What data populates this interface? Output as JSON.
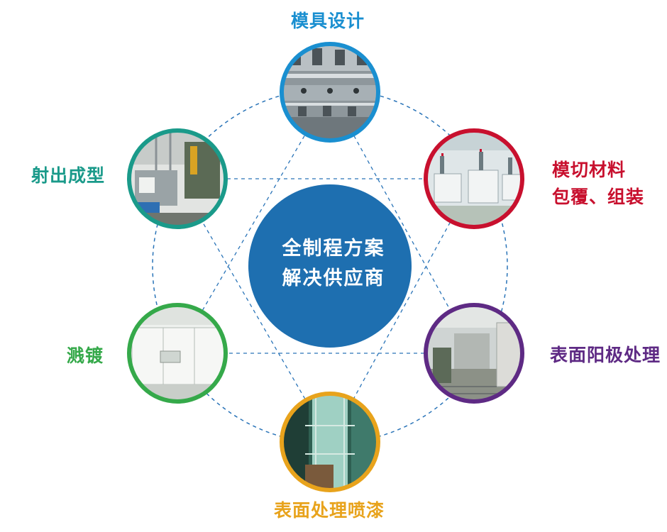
{
  "center": {
    "line1": "全制程方案",
    "line2": "解决供应商",
    "color": "#1e6fb0"
  },
  "ring_color": "#2a74b8",
  "nodes": [
    {
      "id": "mold-design",
      "label": "模具设计",
      "color": "#1a8fd0",
      "photo": "mold-parts-photo"
    },
    {
      "id": "die-cut",
      "label_line1": "模切材料",
      "label_line2": "包覆、组装",
      "color": "#c8102e",
      "photo": "die-cut-workshop-photo"
    },
    {
      "id": "anodizing",
      "label": "表面阳极处理",
      "color": "#5e2a84",
      "photo": "anodizing-line-photo"
    },
    {
      "id": "spray-painting",
      "label": "表面处理喷漆",
      "color": "#e8a31c",
      "photo": "spray-booth-photo"
    },
    {
      "id": "sputtering",
      "label": "溅镀",
      "color": "#35a94a",
      "photo": "sputtering-machine-photo"
    },
    {
      "id": "injection-molding",
      "label": "射出成型",
      "color": "#1a9a8a",
      "photo": "injection-molding-photo"
    }
  ]
}
